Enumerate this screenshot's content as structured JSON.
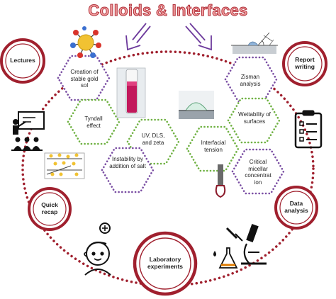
{
  "title": "Colloids & Interfaces",
  "colors": {
    "ring": "#a0202e",
    "arrow": "#6d3a9c",
    "hex_purple": "#7a4ea3",
    "hex_green": "#6fb142",
    "title_fill": "#f2a0a0"
  },
  "stages": {
    "lectures": "Lectures",
    "report_writing": "Report writing",
    "quick_recap": "Quick recap",
    "data_analysis": "Data analysis",
    "laboratory_experiments": "Laboratory experiments"
  },
  "topics": {
    "creation_gold_sol": "Creation of stable gold sol",
    "zisman_analysis": "Zisman analysis",
    "tyndall_effect": "Tyndall effect",
    "wettability": "Wettability of surfaces",
    "uv_dls_zeta": "UV, DLS, and zeta",
    "interfacial_tension": "Interfacial tension",
    "instability_salt": "Instability by addition of salt",
    "critical_micellar": "Critical micellar concentrat ion"
  },
  "icons": [
    "gold-nanoparticle-icon",
    "contact-angle-icon",
    "teacher-classroom-icon",
    "clipboard-checklist-icon",
    "particle-aggregation-icon",
    "pendant-drop-icon",
    "student-idea-icon",
    "microscope-flask-icon",
    "sample-vial-photo",
    "droplet-photo"
  ]
}
